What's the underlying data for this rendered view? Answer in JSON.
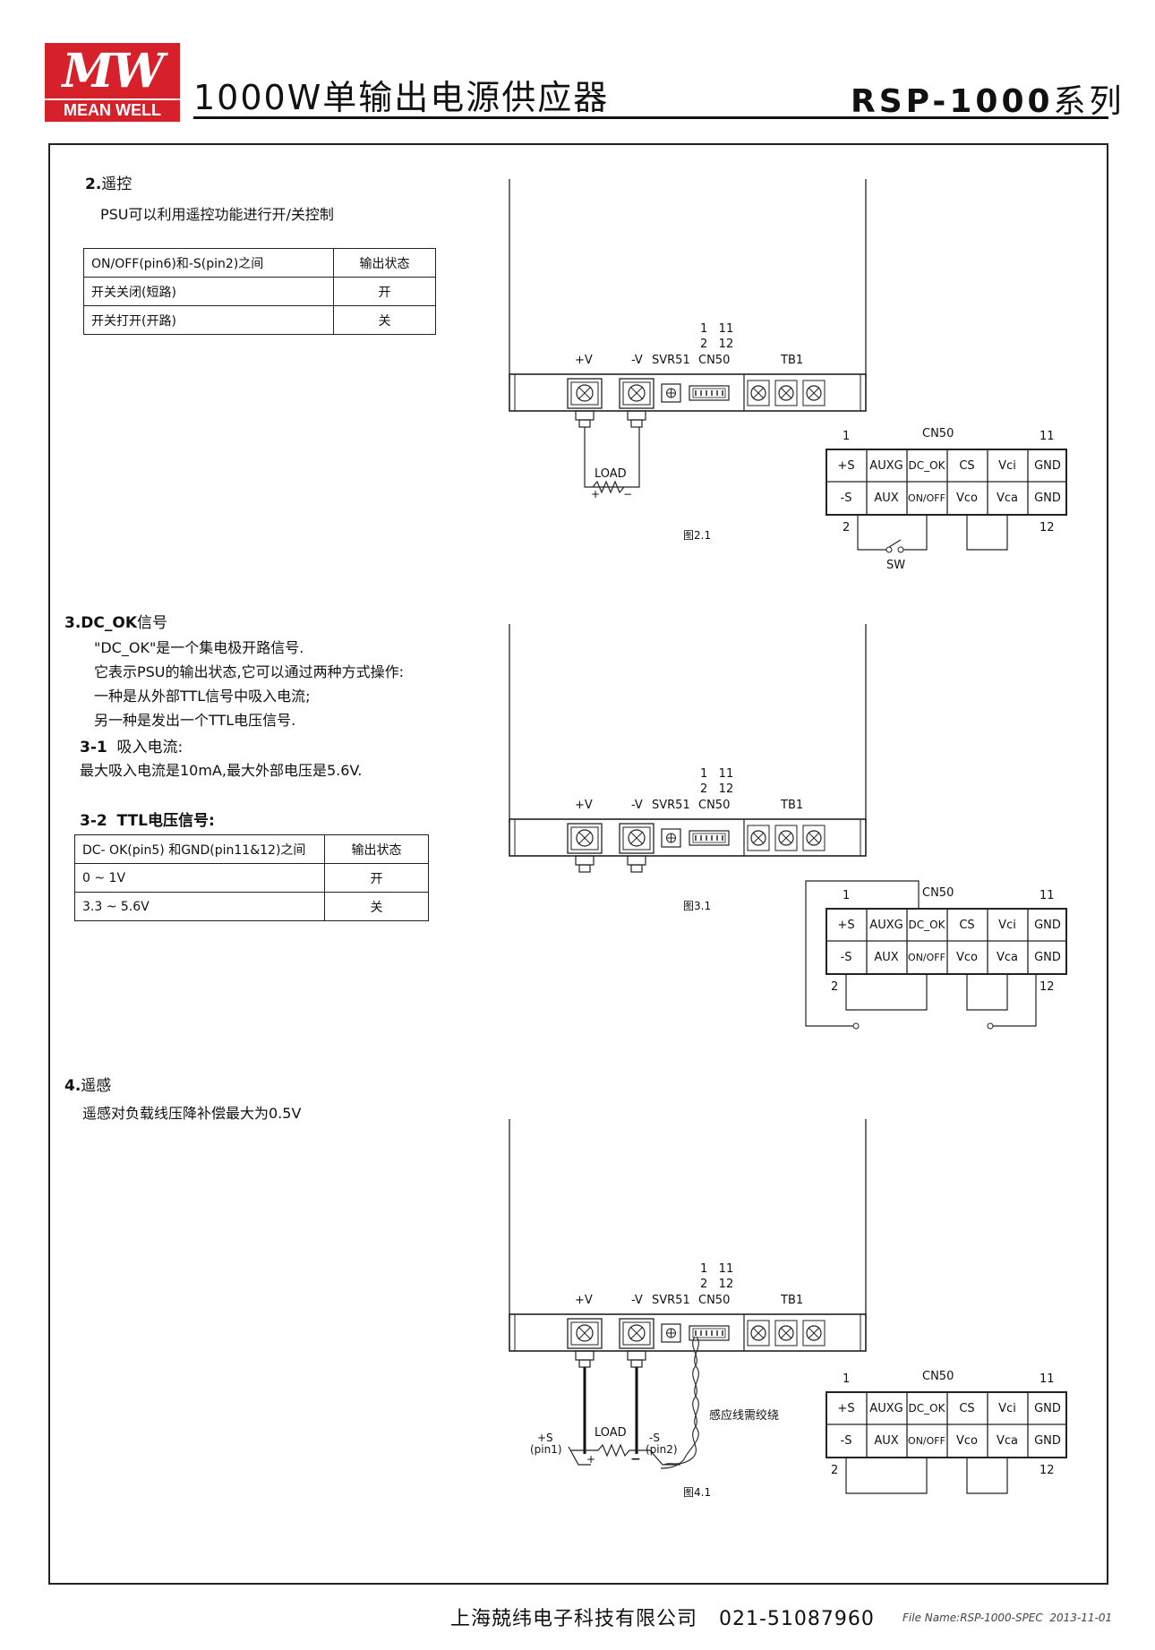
{
  "header": {
    "logo_mark": "MW",
    "logo_text": "MEAN WELL",
    "title": "1000W单输出电源供应器",
    "series_model": "RSP-1000",
    "series_suffix": "系列"
  },
  "section2": {
    "heading_num": "2.",
    "heading_text": "遥控",
    "desc": "PSU可以利用遥控功能进行开/关控制",
    "table": {
      "header": [
        "ON/OFF(pin6)和-S(pin2)之间",
        "输出状态"
      ],
      "rows": [
        [
          "开关关闭(短路)",
          "开"
        ],
        [
          "开关打开(开路)",
          "关"
        ]
      ]
    },
    "figure_label": "图2.1"
  },
  "section3": {
    "heading_num": "3.DC_OK",
    "heading_text": "信号",
    "lines": [
      "\"DC_OK\"是一个集电极开路信号.",
      "它表示PSU的输出状态,它可以通过两种方式操作:",
      "一种是从外部TTL信号中吸入电流;",
      "另一种是发出一个TTL电压信号."
    ],
    "sub1_num": "3-1",
    "sub1_text": "吸入电流:",
    "sub1_desc": "最大吸入电流是10mA,最大外部电压是5.6V.",
    "sub2_num": "3-2",
    "sub2_text": "TTL电压信号:",
    "table": {
      "header": [
        "DC- OK(pin5) 和GND(pin11&12)之间",
        "输出状态"
      ],
      "rows": [
        [
          "0 ~ 1V",
          "开"
        ],
        [
          "3.3 ~ 5.6V",
          "关"
        ]
      ]
    },
    "figure_label": "图3.1"
  },
  "section4": {
    "heading_num": "4.",
    "heading_text": "遥感",
    "desc": "遥感对负载线压降补偿最大为0.5V",
    "twist_note": "感应线需绞绕",
    "plus_s": "+S",
    "plus_s_pin": "(pin1)",
    "minus_s": "-S",
    "minus_s_pin": "(pin2)",
    "figure_label": "图4.1"
  },
  "psu_labels": {
    "pv": "+V",
    "nv": "-V",
    "svr": "SVR51",
    "cn50": "CN50",
    "tb1": "TB1",
    "pins_top": "1   11",
    "pins_bottom": "2   12",
    "load": "LOAD",
    "plus": "+",
    "minus": "−"
  },
  "cn50": {
    "title": "CN50",
    "pin_tl": "1",
    "pin_tr": "11",
    "pin_bl": "2",
    "pin_br": "12",
    "top_row": [
      "+S",
      "AUXG",
      "DC_OK",
      "CS",
      "Vci",
      "GND"
    ],
    "bottom_row": [
      "-S",
      "AUX",
      "ON/OFF",
      "Vco",
      "Vca",
      "GND"
    ],
    "sw_label": "SW"
  },
  "footer": {
    "company": "上海兢纬电子科技有限公司",
    "phone": "021-51087960",
    "file_name": "File Name:RSP-1000-SPEC",
    "date": "2013-11-01"
  },
  "colors": {
    "brand_red": "#d6202a"
  }
}
